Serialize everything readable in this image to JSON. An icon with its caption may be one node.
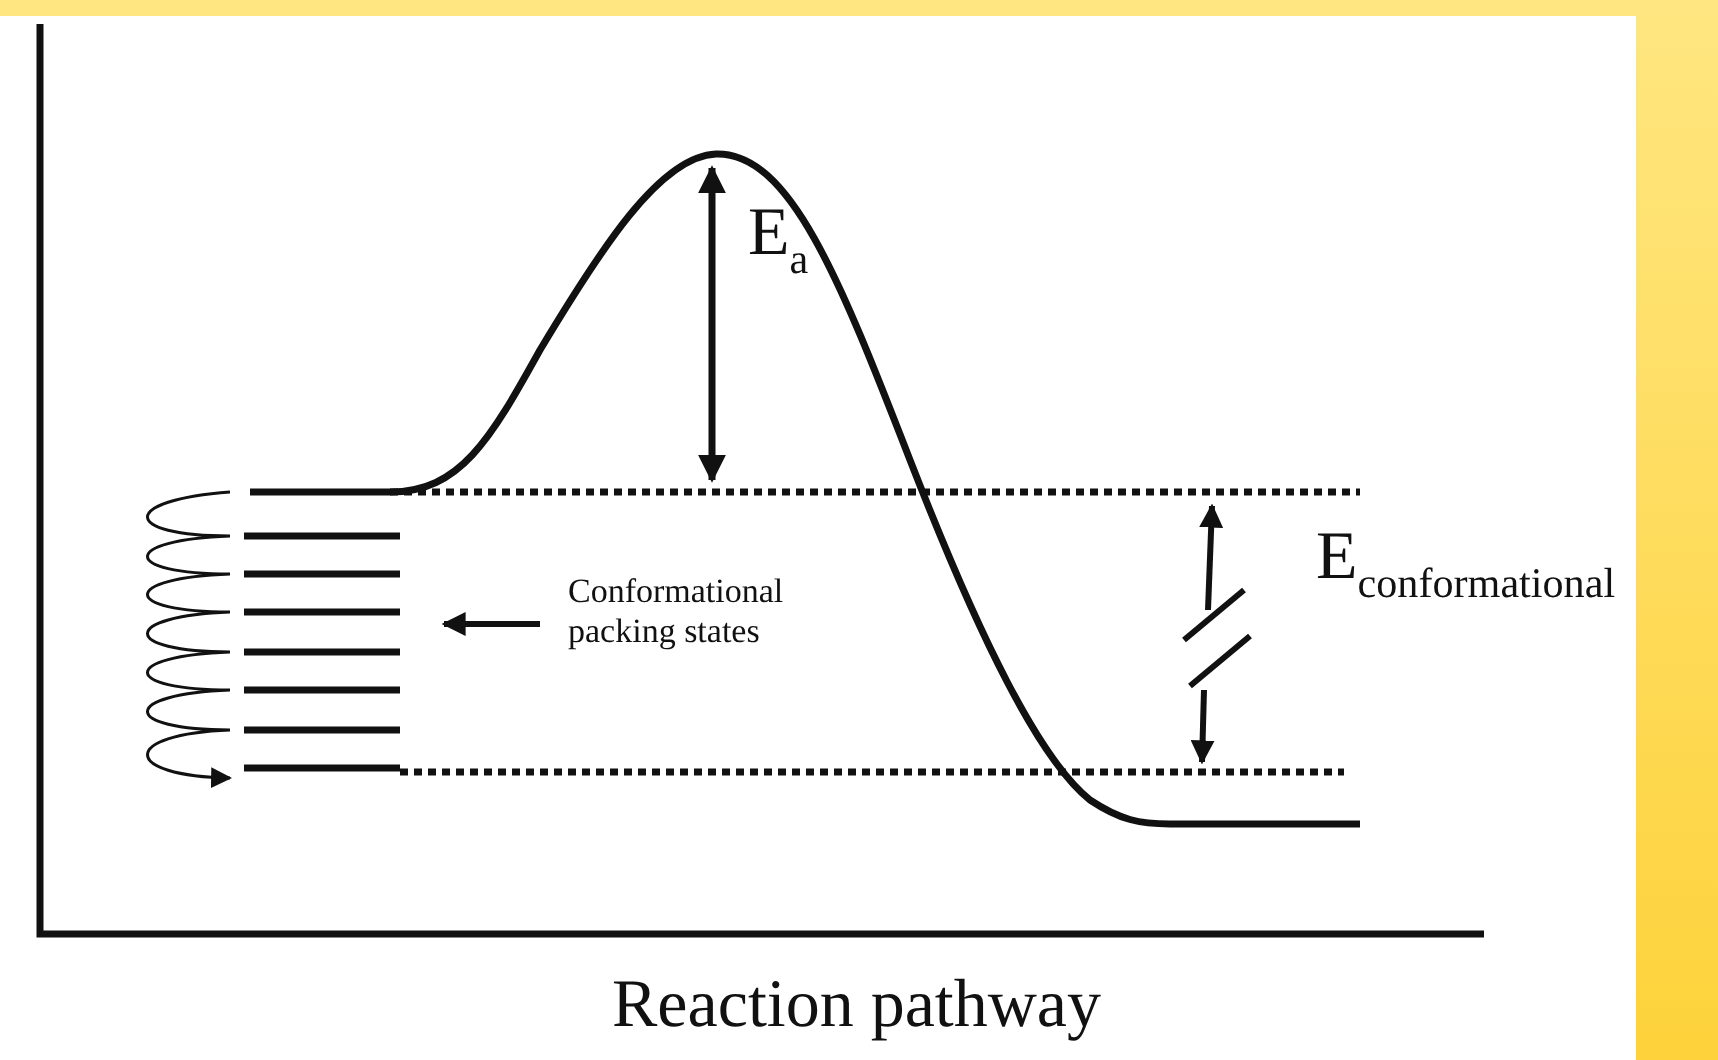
{
  "diagram": {
    "nodes": [
      {
        "text": [
          "Conformational packing states"
        ]
      },
      {
        "text": [],
        "shape": "bar"
      }
    ],
    "edges": [
      {
        "from": 0,
        "to": 1,
        "arrow": "to"
      }
    ],
    "labels": [
      "E$_{a}$",
      "E$_{conformational}$",
      "Reaction pathway"
    ]
  }
}
